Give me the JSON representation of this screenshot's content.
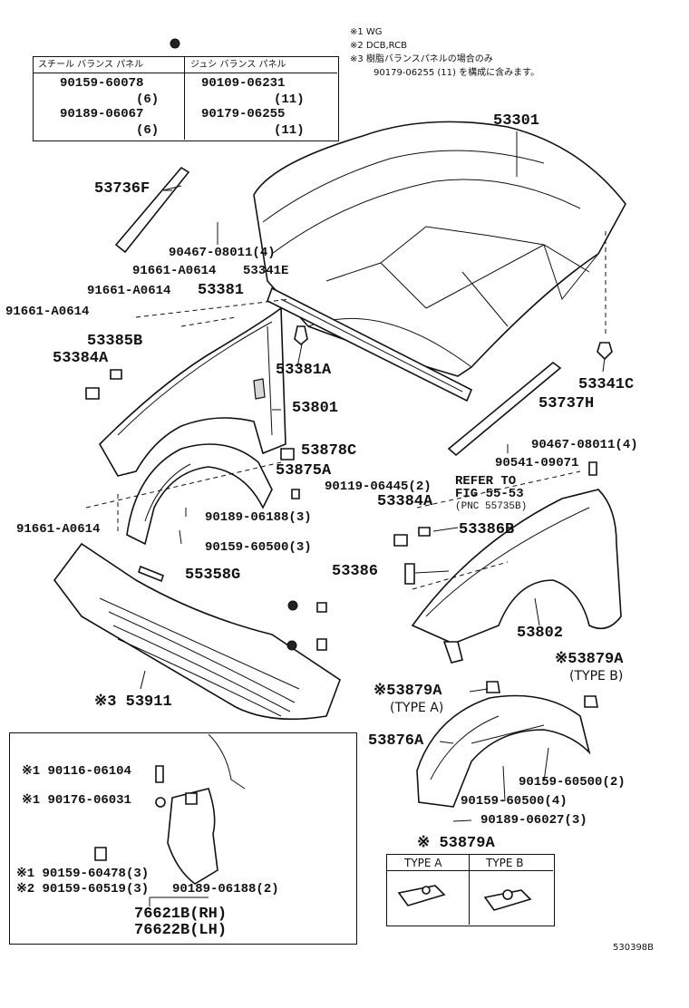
{
  "notes": {
    "n1": "※1 WG",
    "n2": "※2 DCB,RCB",
    "n3": "※3 樹脂バランスパネルの場合のみ",
    "n3b": "90179-06255 (11) を構成に含みます。"
  },
  "table": {
    "col1_header": "スチール バランス パネル",
    "col2_header": "ジュシ バランス パネル",
    "col1_rows": [
      {
        "part": "90159-60078",
        "qty": "(6)"
      },
      {
        "part": "90189-06067",
        "qty": "(6)"
      }
    ],
    "col2_rows": [
      {
        "part": "90109-06231",
        "qty": "(11)"
      },
      {
        "part": "90179-06255",
        "qty": "(11)"
      }
    ]
  },
  "labels": {
    "l53301": "53301",
    "l53736F": "53736F",
    "l90467a": "90467-08011(4)",
    "l91661a": "91661-A0614",
    "l53341E": "53341E",
    "l91661b": "91661-A0614",
    "l53381": "53381",
    "l91661c": "91661-A0614",
    "l53385B": "53385B",
    "l53384A": "53384A",
    "l53381A": "53381A",
    "l53341C": "53341C",
    "l53801": "53801",
    "l53737H": "53737H",
    "l53878C": "53878C",
    "l53875A": "53875A",
    "l90467b": "90467-08011(4)",
    "l90541": "90541-09071",
    "l90119": "90119-06445(2)",
    "refer1": "REFER TO",
    "refer2": "FIG 55-53",
    "refer3": "(PNC 55735B)",
    "l53384A2": "53384A",
    "l91661d": "91661-A0614",
    "l90189a": "90189-06188(3)",
    "l53386B": "53386B",
    "l90159a": "90159-60500(3)",
    "l55358G": "55358G",
    "l53386": "53386",
    "l53802": "53802",
    "l53879A1": "※53879A",
    "typeB1": "(TYPE B)",
    "l53879A2": "※53879A",
    "typeA1": "(TYPE A)",
    "l53911": "※3 53911",
    "l53876A": "53876A",
    "l90159b": "90159-60500(2)",
    "l90159c": "90159-60500(4)",
    "l90189b": "90189-06027(3)",
    "l53879A3": "※ 53879A",
    "typeA_hdr": "TYPE A",
    "typeB_hdr": "TYPE B",
    "inset": {
      "i1": "※1 90116-06104",
      "i2": "※1 90176-06031",
      "i3": "※1 90159-60478(3)",
      "i4": "※2 90159-60519(3)",
      "i5": "90189-06188(2)",
      "i6": "76621B(RH)",
      "i7": "76622B(LH)"
    },
    "code": "530398B"
  }
}
